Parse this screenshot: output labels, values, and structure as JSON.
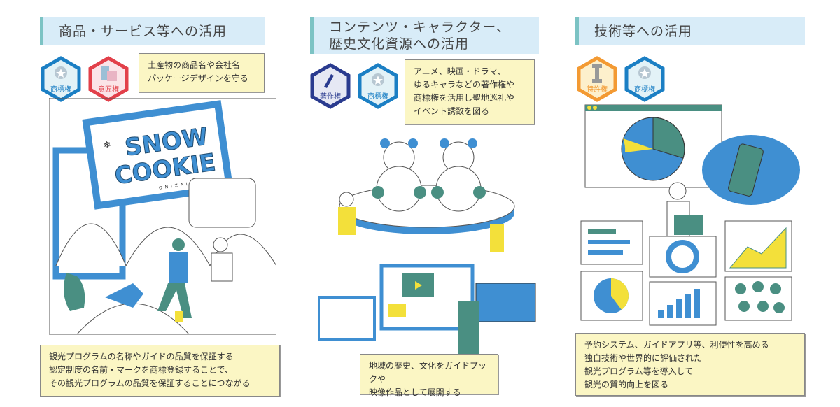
{
  "panels": [
    {
      "title": "商品・サービス等への活用",
      "badges": [
        {
          "label": "商標権",
          "color": "#1b7fc4"
        },
        {
          "label": "意匠権",
          "color": "#e2404a"
        }
      ],
      "top_callout": [
        "土産物の商品名や会社名",
        "パッケージデザインを守る"
      ],
      "package_text": {
        "line1": "SNOW",
        "line2": "COOKIE",
        "maker": "ONIZAI"
      },
      "bottom_callout": [
        "観光プログラムの名称やガイドの品質を保証する",
        "認定制度の名前・マークを商標登録することで、",
        "その観光プログラムの品質を保証することにつながる"
      ]
    },
    {
      "title_line1": "コンテンツ・キャラクター、",
      "title_line2": "歴史文化資源への活用",
      "badges": [
        {
          "label": "著作権",
          "color": "#2a3b8f"
        },
        {
          "label": "商標権",
          "color": "#1b7fc4"
        }
      ],
      "top_callout": [
        "アニメ、映画・ドラマ、",
        "ゆるキャラなどの著作権や",
        "商標権を活用し聖地巡礼や",
        "イベント誘致を図る"
      ],
      "bottom_callout": [
        "地域の歴史、文化をガイドブックや",
        "映像作品として展開する"
      ]
    },
    {
      "title": "技術等への活用",
      "badges": [
        {
          "label": "特許権",
          "color": "#f39a33"
        },
        {
          "label": "商標権",
          "color": "#1b7fc4"
        }
      ],
      "bottom_callout": [
        "予約システム、ガイドアプリ等、利便性を高める",
        "独自技術や世界的に評価された",
        "観光プログラム等を導入して",
        "観光の質的向上を図る"
      ]
    }
  ],
  "colors": {
    "blue": "#3f8fd2",
    "teal": "#4a8f82",
    "yellow": "#f3e03a",
    "header_bg": "#d8ecf8",
    "callout_bg": "#fbf6c4"
  }
}
